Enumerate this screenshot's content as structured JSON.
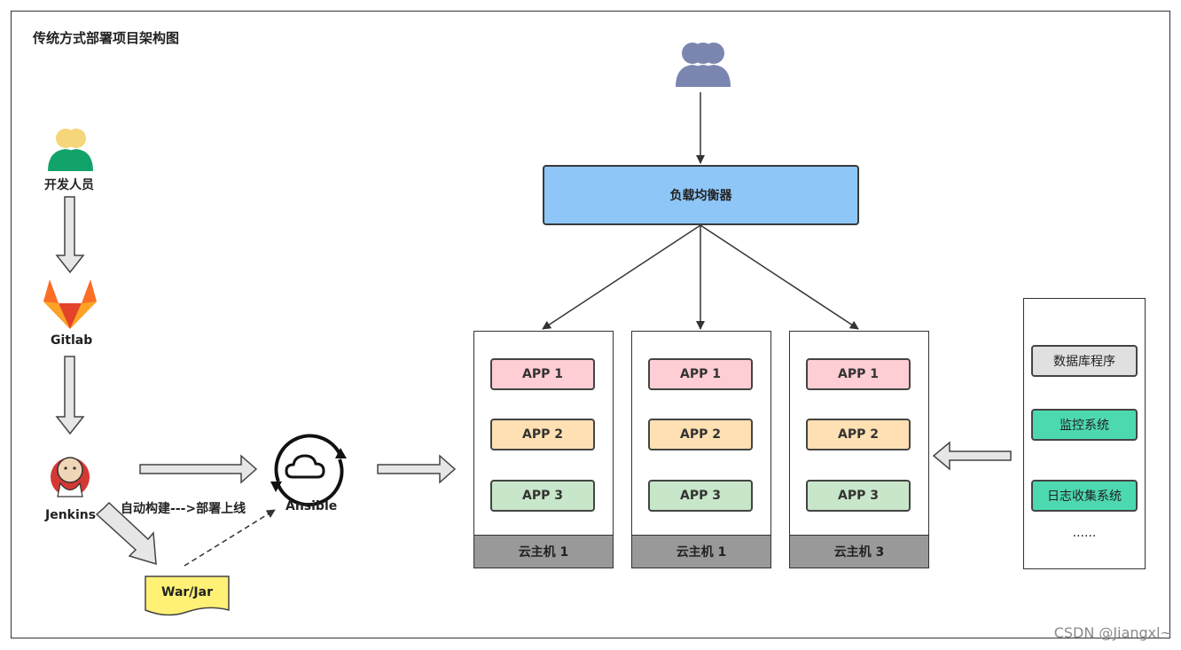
{
  "title": "传统方式部署项目架构图",
  "developer_label": "开发人员",
  "gitlab_label": "Gitlab",
  "jenkins_label": "Jenkins",
  "build_note": "自动构建--->部署上线",
  "ansible_label": "Ansible",
  "artifact_label": "War/Jar",
  "load_balancer_label": "负载均衡器",
  "hosts": [
    {
      "apps": [
        "APP 1",
        "APP 2",
        "APP 3"
      ],
      "name": "云主机 1"
    },
    {
      "apps": [
        "APP 1",
        "APP 2",
        "APP 3"
      ],
      "name": "云主机 1"
    },
    {
      "apps": [
        "APP 1",
        "APP 2",
        "APP 3"
      ],
      "name": "云主机 3"
    }
  ],
  "systems": [
    "数据库程序",
    "监控系统",
    "日志收集系统"
  ],
  "systems_more": "......",
  "watermark": "CSDN @Jiangxl~",
  "colors": {
    "load_balancer": "#8ec6f7",
    "app1": "#ffcdd4",
    "app2": "#ffe0b2",
    "app3": "#c8e6c9",
    "host_footer": "#999999",
    "system_gray": "#e0e0e0",
    "system_green": "#4dd9b0",
    "artifact": "#fff176",
    "users_icon": "#7b86b0",
    "developer_icon": "#12a36b"
  }
}
